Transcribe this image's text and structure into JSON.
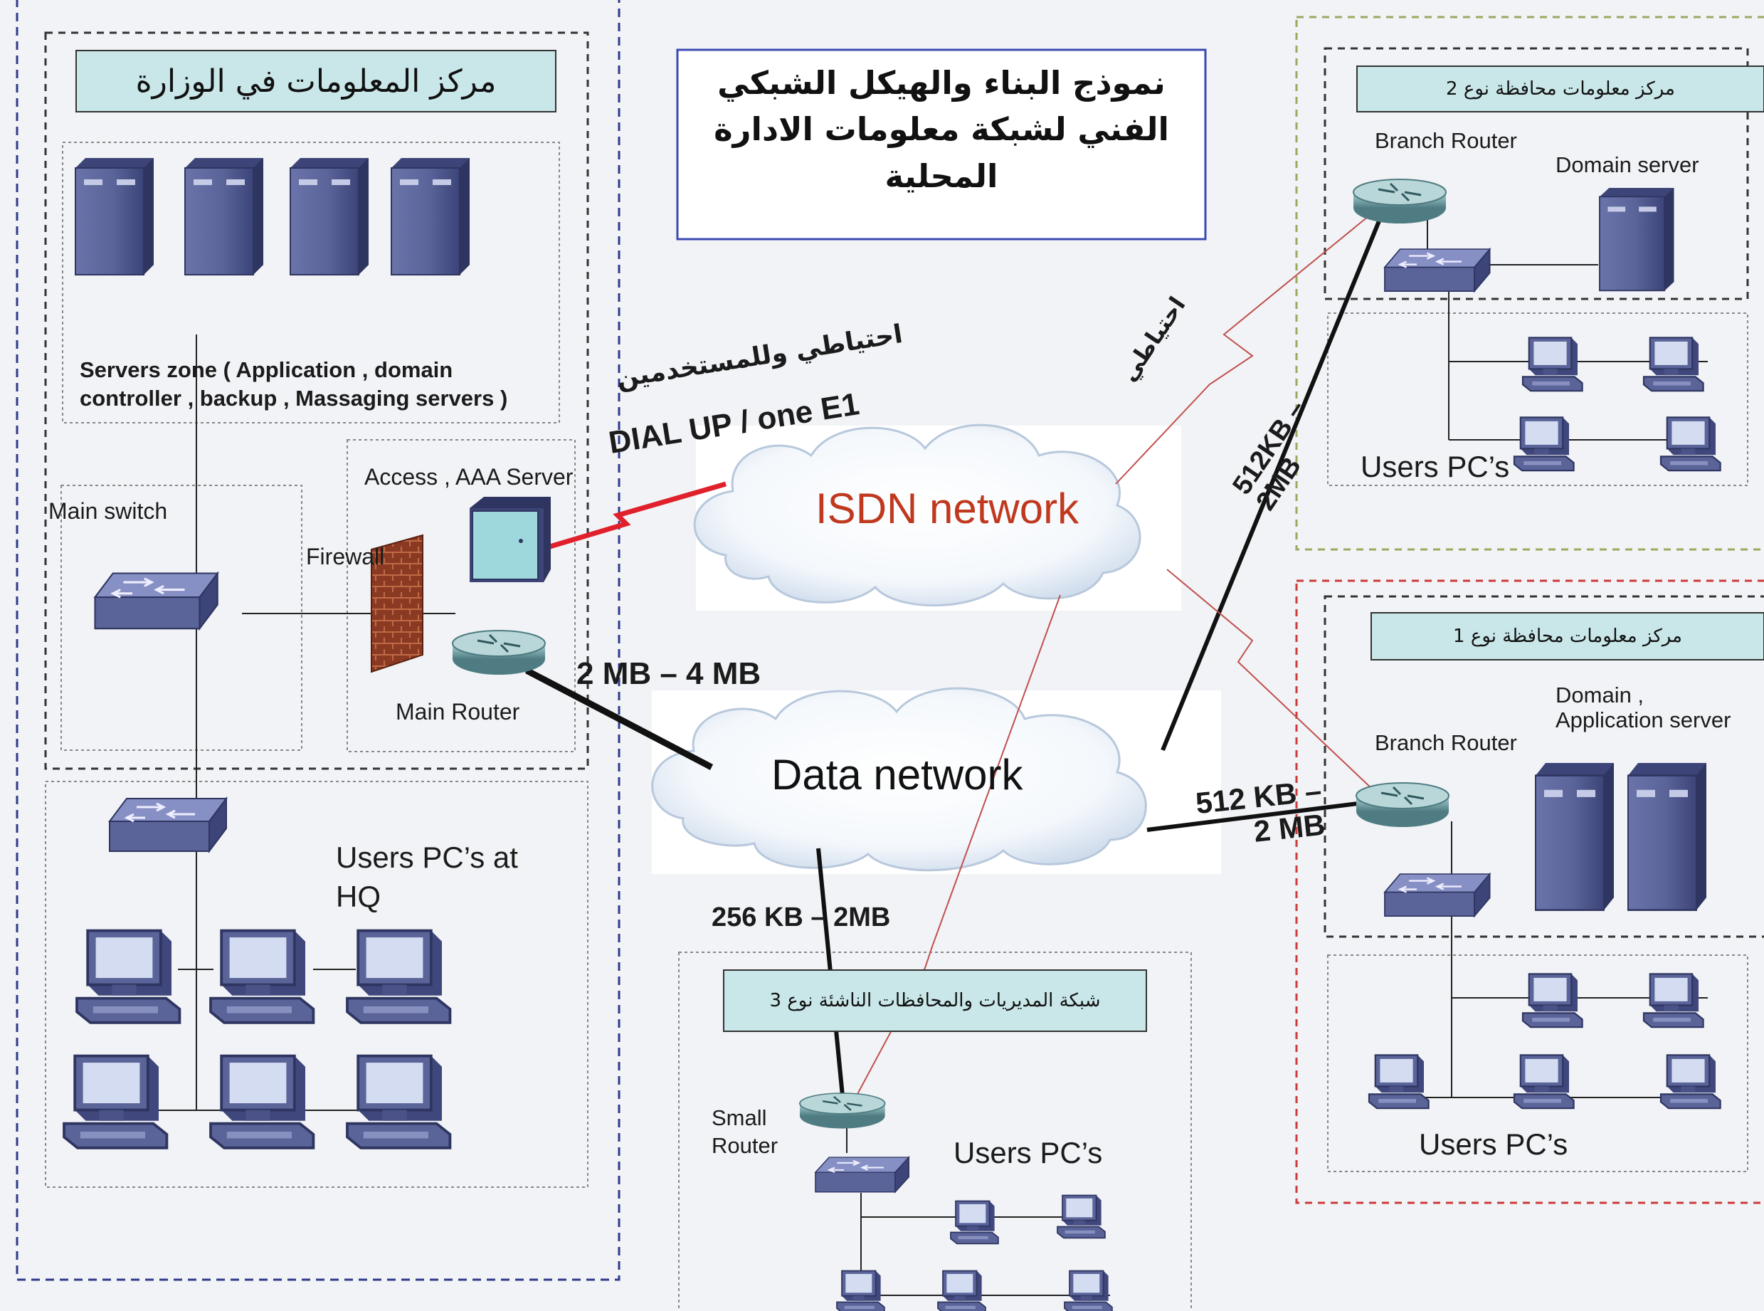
{
  "title": "نموذج البناء والهيكل الشبكي الفني لشبكة معلومات الادارة المحلية",
  "hq": {
    "header": "مركز المعلومات في الوزارة",
    "servers_zone": "Servers zone ( Application , domain controller , backup , Massaging servers )",
    "main_switch": "Main switch",
    "firewall": "Firewall",
    "access_server": "Access , AAA Server",
    "main_router": "Main Router",
    "users_pcs": "Users PC’s at HQ"
  },
  "clouds": {
    "isdn": "ISDN network",
    "data": "Data network"
  },
  "links": {
    "dialup_note": "احتياطي وللمستخدمين",
    "dialup": "DIAL UP / one E1",
    "backup_note": "احتياطي",
    "main_link": "2 MB – 4 MB",
    "type2_link": "512KB – 2MB",
    "type1_link": "512 KB – 2 MB",
    "type3_link": "256 KB – 2MB"
  },
  "type2": {
    "header": "مركز معلومات محافظة نوع 2",
    "branch_router": "Branch Router",
    "domain_server": "Domain  server",
    "users_pcs": "Users PC’s"
  },
  "type1": {
    "header": "مركز معلومات محافظة نوع 1",
    "branch_router": "Branch Router",
    "domain_server": "Domain , Application server",
    "users_pcs": "Users PC’s"
  },
  "type3": {
    "header": "شبكة المديريات والمحافظات الناشئة نوع 3",
    "small_router": "Small Router",
    "users_pcs": "Users PC’s"
  },
  "colors": {
    "device_blue": "#5a6499",
    "router_teal": "#6f9ea4",
    "label_fill": "#c9e6e8",
    "isdn_text": "#c0391f",
    "dialup_link": "#e0202a",
    "backup_link": "#c0504d",
    "hq_border": "#2e3a8c",
    "type2_border": "#9aa860",
    "type1_border": "#cc3a3a",
    "title_border": "#3a4ab0"
  },
  "icons": [
    "server-icon",
    "switch-icon",
    "router-icon",
    "firewall-icon",
    "access-server-icon",
    "pc-icon",
    "cloud-icon"
  ]
}
